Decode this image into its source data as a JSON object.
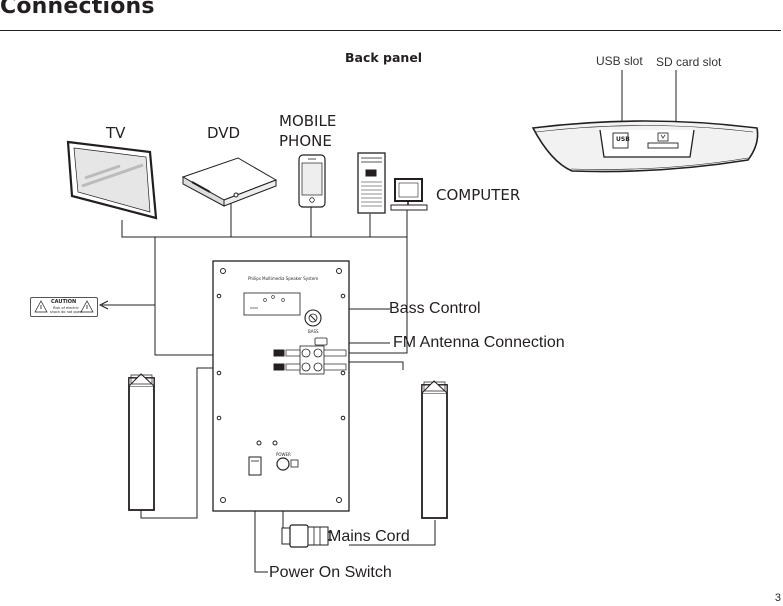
{
  "page": {
    "title": "Connections",
    "page_number": "3"
  },
  "back_panel": {
    "caption": "Back panel",
    "usb_label": "USB slot",
    "sd_label": "SD card slot",
    "usb_marking": "USB"
  },
  "devices": {
    "tv": "TV",
    "dvd": "DVD",
    "mobile_line1": "MOBILE",
    "mobile_line2": "PHONE",
    "computer": "COMPUTER"
  },
  "subwoofer": {
    "panel_title": "Philips Multimedia Speaker System",
    "bass_knob": "BASS",
    "power_label": "POWER"
  },
  "caution": {
    "title": "CAUTION",
    "text": "Risk of electric shock do not open"
  },
  "callouts": {
    "bass": "Bass Control",
    "fm": "FM Antenna Connection",
    "mains": "Mains Cord",
    "power": "Power On Switch"
  }
}
